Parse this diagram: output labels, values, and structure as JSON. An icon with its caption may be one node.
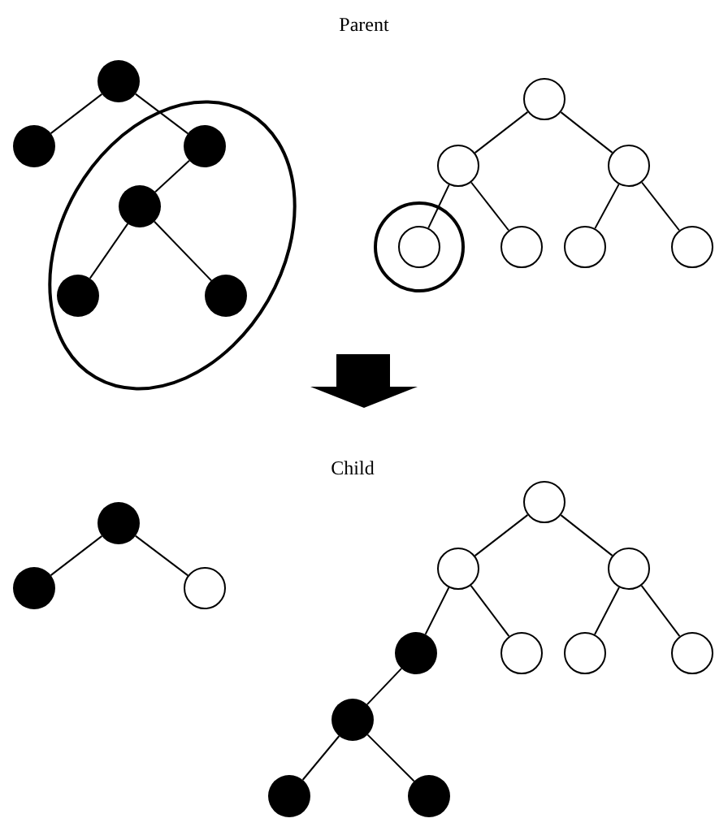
{
  "diagram": {
    "nodes": [
      {
        "text": [],
        "shape": "circle"
      },
      {
        "text": [],
        "shape": "circle"
      },
      {
        "text": [],
        "shape": "circle"
      },
      {
        "text": [],
        "shape": "circle"
      },
      {
        "text": [],
        "shape": "circle"
      },
      {
        "text": [],
        "shape": "circle"
      },
      {
        "text": [],
        "shape": "circle"
      },
      {
        "text": [],
        "shape": "circle"
      },
      {
        "text": [],
        "shape": "circle"
      },
      {
        "text": [],
        "shape": "circle"
      },
      {
        "text": [],
        "shape": "circle"
      },
      {
        "text": [],
        "shape": "circle"
      },
      {
        "text": [],
        "shape": "circle"
      },
      {
        "text": [],
        "shape": "circle"
      },
      {
        "text": [],
        "shape": "circle"
      },
      {
        "text": [],
        "shape": "circle"
      },
      {
        "text": [],
        "shape": "circle"
      },
      {
        "text": [],
        "shape": "circle"
      },
      {
        "text": [],
        "shape": "circle"
      },
      {
        "text": [],
        "shape": "circle"
      },
      {
        "text": [],
        "shape": "circle"
      },
      {
        "text": [],
        "shape": "circle"
      },
      {
        "text": [],
        "shape": "circle"
      },
      {
        "text": [],
        "shape": "circle"
      },
      {
        "text": [],
        "shape": "circle"
      },
      {
        "text": [],
        "shape": "circle"
      }
    ],
    "edges": [
      {
        "from": 0,
        "to": 1,
        "arrow": "none"
      },
      {
        "from": 0,
        "to": 2,
        "arrow": "none"
      },
      {
        "from": 2,
        "to": 3,
        "arrow": "none"
      },
      {
        "from": 3,
        "to": 4,
        "arrow": "none"
      },
      {
        "from": 3,
        "to": 5,
        "arrow": "none"
      },
      {
        "from": 6,
        "to": 7,
        "arrow": "none"
      },
      {
        "from": 6,
        "to": 8,
        "arrow": "none"
      },
      {
        "from": 7,
        "to": 9,
        "arrow": "none"
      },
      {
        "from": 7,
        "to": 10,
        "arrow": "none"
      },
      {
        "from": 8,
        "to": 11,
        "arrow": "none"
      },
      {
        "from": 8,
        "to": 12,
        "arrow": "none"
      },
      {
        "from": 13,
        "to": 14,
        "arrow": "none"
      },
      {
        "from": 13,
        "to": 15,
        "arrow": "none"
      },
      {
        "from": 16,
        "to": 17,
        "arrow": "none"
      },
      {
        "from": 16,
        "to": 18,
        "arrow": "none"
      },
      {
        "from": 17,
        "to": 19,
        "arrow": "none"
      },
      {
        "from": 17,
        "to": 20,
        "arrow": "none"
      },
      {
        "from": 18,
        "to": 21,
        "arrow": "none"
      },
      {
        "from": 18,
        "to": 22,
        "arrow": "none"
      },
      {
        "from": 19,
        "to": 23,
        "arrow": "none"
      },
      {
        "from": 23,
        "to": 24,
        "arrow": "none"
      },
      {
        "from": 23,
        "to": 25,
        "arrow": "none"
      }
    ],
    "labels": [
      "Parent",
      "Child"
    ]
  }
}
